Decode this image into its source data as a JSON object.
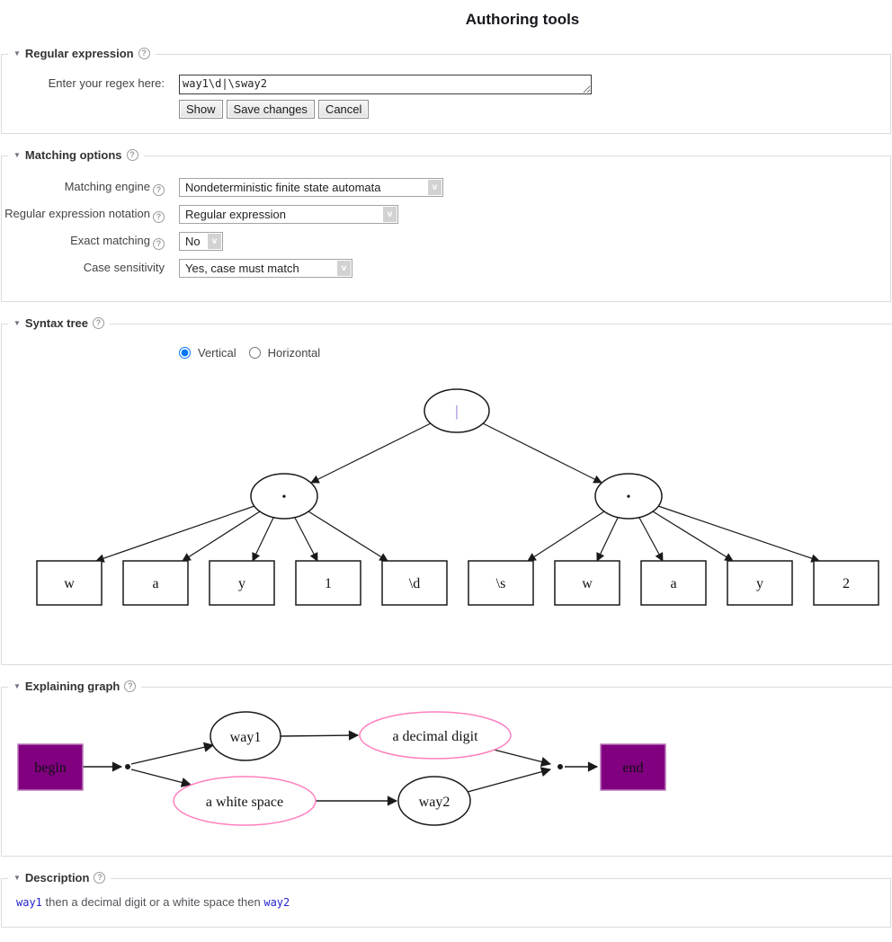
{
  "page_title": "Authoring tools",
  "icons": {
    "collapse": "▼",
    "help": "?",
    "dropdown": "v"
  },
  "colors": {
    "purple_fill": "#800080",
    "purple_stroke": "#bb77bb",
    "pink_stroke": "#ff7fbf",
    "violet_operator": "#7f5fd0",
    "link_blue": "#2323cc",
    "edge": "#1a1a1a"
  },
  "regex": {
    "legend": "Regular expression",
    "field_label": "Enter your regex here:",
    "value": "way1\\d|\\sway2",
    "buttons": [
      "Show",
      "Save changes",
      "Cancel"
    ]
  },
  "matching": {
    "legend": "Matching options",
    "rows": [
      {
        "label": "Matching engine",
        "value": "Nondeterministic finite state automata"
      },
      {
        "label": "Regular expression notation",
        "value": "Regular expression"
      },
      {
        "label": "Exact matching",
        "value": "No"
      },
      {
        "label": "Case sensitivity",
        "value": "Yes, case must match"
      }
    ]
  },
  "syntax_tree": {
    "legend": "Syntax tree",
    "orientation": [
      {
        "label": "Vertical",
        "checked": "checked"
      },
      {
        "label": "Horizontal"
      }
    ],
    "root_label": "|",
    "concat_label": "•",
    "leaves": [
      "w",
      "a",
      "y",
      "1",
      "\\d",
      "\\s",
      "w",
      "a",
      "y",
      "2"
    ]
  },
  "explaining_graph": {
    "legend": "Explaining graph",
    "nodes": {
      "begin": "begin",
      "way1": "way1",
      "decimal": "a decimal digit",
      "whitespace": "a white space",
      "way2": "way2",
      "end": "end"
    }
  },
  "description": {
    "legend": "Description",
    "parts": [
      "way1",
      " then a decimal digit or a white space then ",
      "way2"
    ]
  }
}
